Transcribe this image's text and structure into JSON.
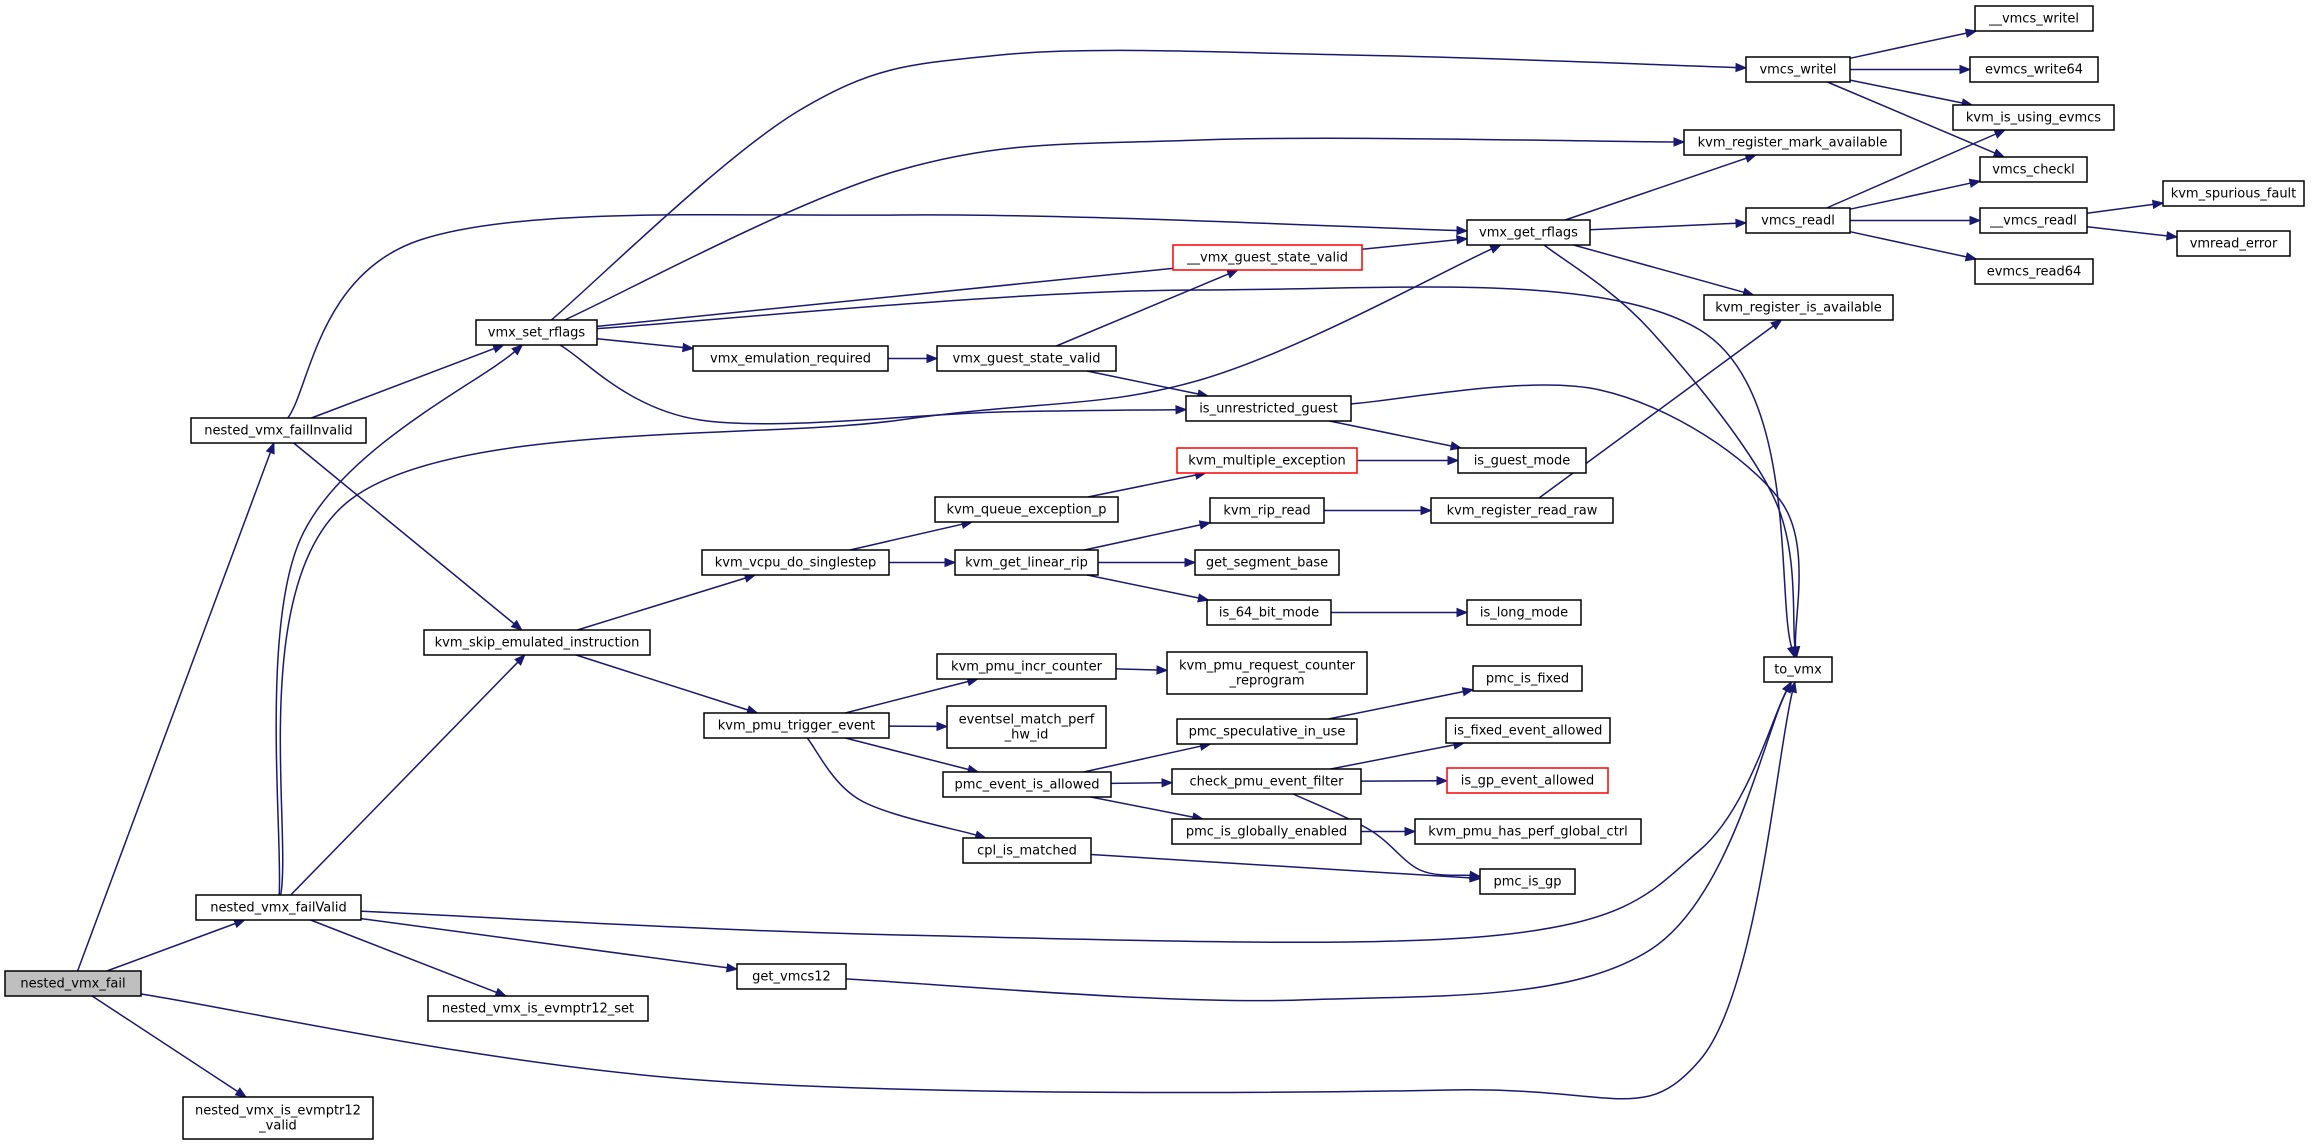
{
  "graph": {
    "colors": {
      "edge": "#191970",
      "node_border": "#000000",
      "incomplete_border": "#ff0000",
      "root_fill": "#bfbfbf"
    },
    "nodes": [
      {
        "id": "nested_vmx_fail",
        "lines": [
          "nested_vmx_fail"
        ],
        "style": "root"
      },
      {
        "id": "nested_vmx_failInvalid",
        "lines": [
          "nested_vmx_failInvalid"
        ]
      },
      {
        "id": "nested_vmx_failValid",
        "lines": [
          "nested_vmx_failValid"
        ]
      },
      {
        "id": "nested_vmx_is_evmptr12_valid",
        "lines": [
          "nested_vmx_is_evmptr12",
          "_valid"
        ]
      },
      {
        "id": "to_vmx",
        "lines": [
          "to_vmx"
        ]
      },
      {
        "id": "vmx_set_rflags",
        "lines": [
          "vmx_set_rflags"
        ]
      },
      {
        "id": "kvm_skip_emulated_instruction",
        "lines": [
          "kvm_skip_emulated_instruction"
        ]
      },
      {
        "id": "vmx_get_rflags",
        "lines": [
          "vmx_get_rflags"
        ]
      },
      {
        "id": "get_vmcs12",
        "lines": [
          "get_vmcs12"
        ]
      },
      {
        "id": "nested_vmx_is_evmptr12_set",
        "lines": [
          "nested_vmx_is_evmptr12_set"
        ]
      },
      {
        "id": "kvm_register_mark_available",
        "lines": [
          "kvm_register_mark_available"
        ]
      },
      {
        "id": "vmcs_writel",
        "lines": [
          "vmcs_writel"
        ]
      },
      {
        "id": "vmx_emulation_required",
        "lines": [
          "vmx_emulation_required"
        ]
      },
      {
        "id": "is_unrestricted_guest",
        "lines": [
          "is_unrestricted_guest"
        ]
      },
      {
        "id": "vmx_guest_state_valid",
        "lines": [
          "vmx_guest_state_valid"
        ]
      },
      {
        "id": "__vmx_guest_state_valid",
        "lines": [
          "__vmx_guest_state_valid"
        ],
        "style": "red"
      },
      {
        "id": "kvm_vcpu_do_singlestep",
        "lines": [
          "kvm_vcpu_do_singlestep"
        ]
      },
      {
        "id": "kvm_queue_exception_p",
        "lines": [
          "kvm_queue_exception_p"
        ]
      },
      {
        "id": "kvm_get_linear_rip",
        "lines": [
          "kvm_get_linear_rip"
        ]
      },
      {
        "id": "kvm_multiple_exception",
        "lines": [
          "kvm_multiple_exception"
        ],
        "style": "red"
      },
      {
        "id": "kvm_rip_read",
        "lines": [
          "kvm_rip_read"
        ]
      },
      {
        "id": "get_segment_base",
        "lines": [
          "get_segment_base"
        ]
      },
      {
        "id": "is_64_bit_mode",
        "lines": [
          "is_64_bit_mode"
        ]
      },
      {
        "id": "is_guest_mode",
        "lines": [
          "is_guest_mode"
        ]
      },
      {
        "id": "kvm_register_read_raw",
        "lines": [
          "kvm_register_read_raw"
        ]
      },
      {
        "id": "is_long_mode",
        "lines": [
          "is_long_mode"
        ]
      },
      {
        "id": "kvm_pmu_trigger_event",
        "lines": [
          "kvm_pmu_trigger_event"
        ]
      },
      {
        "id": "kvm_pmu_incr_counter",
        "lines": [
          "kvm_pmu_incr_counter"
        ]
      },
      {
        "id": "eventsel_match_perf_hw_id",
        "lines": [
          "eventsel_match_perf",
          "_hw_id"
        ]
      },
      {
        "id": "pmc_event_is_allowed",
        "lines": [
          "pmc_event_is_allowed"
        ]
      },
      {
        "id": "cpl_is_matched",
        "lines": [
          "cpl_is_matched"
        ]
      },
      {
        "id": "kvm_pmu_request_counter_reprogram",
        "lines": [
          "kvm_pmu_request_counter",
          "_reprogram"
        ]
      },
      {
        "id": "pmc_speculative_in_use",
        "lines": [
          "pmc_speculative_in_use"
        ]
      },
      {
        "id": "check_pmu_event_filter",
        "lines": [
          "check_pmu_event_filter"
        ]
      },
      {
        "id": "pmc_is_globally_enabled",
        "lines": [
          "pmc_is_globally_enabled"
        ]
      },
      {
        "id": "pmc_is_fixed",
        "lines": [
          "pmc_is_fixed"
        ]
      },
      {
        "id": "is_fixed_event_allowed",
        "lines": [
          "is_fixed_event_allowed"
        ]
      },
      {
        "id": "is_gp_event_allowed",
        "lines": [
          "is_gp_event_allowed"
        ],
        "style": "red"
      },
      {
        "id": "pmc_is_gp",
        "lines": [
          "pmc_is_gp"
        ]
      },
      {
        "id": "kvm_pmu_has_perf_global_ctrl",
        "lines": [
          "kvm_pmu_has_perf_global_ctrl"
        ]
      },
      {
        "id": "vmcs_readl",
        "lines": [
          "vmcs_readl"
        ]
      },
      {
        "id": "kvm_register_is_available",
        "lines": [
          "kvm_register_is_available"
        ]
      },
      {
        "id": "__vmcs_writel",
        "lines": [
          "__vmcs_writel"
        ]
      },
      {
        "id": "evmcs_write64",
        "lines": [
          "evmcs_write64"
        ]
      },
      {
        "id": "kvm_is_using_evmcs",
        "lines": [
          "kvm_is_using_evmcs"
        ]
      },
      {
        "id": "vmcs_checkl",
        "lines": [
          "vmcs_checkl"
        ]
      },
      {
        "id": "__vmcs_readl",
        "lines": [
          "__vmcs_readl"
        ]
      },
      {
        "id": "evmcs_read64",
        "lines": [
          "evmcs_read64"
        ]
      },
      {
        "id": "kvm_spurious_fault",
        "lines": [
          "kvm_spurious_fault"
        ]
      },
      {
        "id": "vmread_error",
        "lines": [
          "vmread_error"
        ]
      }
    ],
    "edges": [
      [
        "nested_vmx_fail",
        "nested_vmx_failInvalid"
      ],
      [
        "nested_vmx_fail",
        "nested_vmx_failValid"
      ],
      [
        "nested_vmx_fail",
        "nested_vmx_is_evmptr12_valid"
      ],
      [
        "nested_vmx_fail",
        "to_vmx"
      ],
      [
        "nested_vmx_failInvalid",
        "vmx_set_rflags"
      ],
      [
        "nested_vmx_failInvalid",
        "kvm_skip_emulated_instruction"
      ],
      [
        "nested_vmx_failInvalid",
        "vmx_get_rflags"
      ],
      [
        "nested_vmx_failValid",
        "vmx_set_rflags"
      ],
      [
        "nested_vmx_failValid",
        "kvm_skip_emulated_instruction"
      ],
      [
        "nested_vmx_failValid",
        "vmx_get_rflags"
      ],
      [
        "nested_vmx_failValid",
        "get_vmcs12"
      ],
      [
        "nested_vmx_failValid",
        "nested_vmx_is_evmptr12_set"
      ],
      [
        "nested_vmx_failValid",
        "to_vmx"
      ],
      [
        "vmx_set_rflags",
        "vmcs_writel"
      ],
      [
        "vmx_set_rflags",
        "kvm_register_mark_available"
      ],
      [
        "vmx_set_rflags",
        "vmx_get_rflags"
      ],
      [
        "vmx_set_rflags",
        "to_vmx"
      ],
      [
        "vmx_set_rflags",
        "vmx_emulation_required"
      ],
      [
        "vmx_set_rflags",
        "is_unrestricted_guest"
      ],
      [
        "vmx_emulation_required",
        "vmx_guest_state_valid"
      ],
      [
        "vmx_guest_state_valid",
        "__vmx_guest_state_valid"
      ],
      [
        "vmx_guest_state_valid",
        "is_unrestricted_guest"
      ],
      [
        "is_unrestricted_guest",
        "is_guest_mode"
      ],
      [
        "is_unrestricted_guest",
        "to_vmx"
      ],
      [
        "kvm_skip_emulated_instruction",
        "kvm_vcpu_do_singlestep"
      ],
      [
        "kvm_skip_emulated_instruction",
        "kvm_pmu_trigger_event"
      ],
      [
        "kvm_vcpu_do_singlestep",
        "kvm_queue_exception_p"
      ],
      [
        "kvm_vcpu_do_singlestep",
        "kvm_get_linear_rip"
      ],
      [
        "kvm_queue_exception_p",
        "kvm_multiple_exception"
      ],
      [
        "kvm_multiple_exception",
        "is_guest_mode"
      ],
      [
        "kvm_get_linear_rip",
        "kvm_rip_read"
      ],
      [
        "kvm_get_linear_rip",
        "get_segment_base"
      ],
      [
        "kvm_get_linear_rip",
        "is_64_bit_mode"
      ],
      [
        "kvm_rip_read",
        "kvm_register_read_raw"
      ],
      [
        "kvm_register_read_raw",
        "kvm_register_is_available"
      ],
      [
        "is_64_bit_mode",
        "is_long_mode"
      ],
      [
        "kvm_pmu_trigger_event",
        "kvm_pmu_incr_counter"
      ],
      [
        "kvm_pmu_trigger_event",
        "eventsel_match_perf_hw_id"
      ],
      [
        "kvm_pmu_trigger_event",
        "pmc_event_is_allowed"
      ],
      [
        "kvm_pmu_trigger_event",
        "cpl_is_matched"
      ],
      [
        "kvm_pmu_incr_counter",
        "kvm_pmu_request_counter_reprogram"
      ],
      [
        "pmc_event_is_allowed",
        "pmc_speculative_in_use"
      ],
      [
        "pmc_event_is_allowed",
        "check_pmu_event_filter"
      ],
      [
        "pmc_event_is_allowed",
        "pmc_is_globally_enabled"
      ],
      [
        "pmc_speculative_in_use",
        "pmc_is_fixed"
      ],
      [
        "check_pmu_event_filter",
        "is_fixed_event_allowed"
      ],
      [
        "check_pmu_event_filter",
        "is_gp_event_allowed"
      ],
      [
        "check_pmu_event_filter",
        "pmc_is_gp"
      ],
      [
        "pmc_is_globally_enabled",
        "kvm_pmu_has_perf_global_ctrl"
      ],
      [
        "cpl_is_matched",
        "pmc_is_gp"
      ],
      [
        "get_vmcs12",
        "to_vmx"
      ],
      [
        "vmx_get_rflags",
        "kvm_register_mark_available"
      ],
      [
        "vmx_get_rflags",
        "vmcs_readl"
      ],
      [
        "vmx_get_rflags",
        "kvm_register_is_available"
      ],
      [
        "vmx_get_rflags",
        "to_vmx"
      ],
      [
        "vmcs_writel",
        "__vmcs_writel"
      ],
      [
        "vmcs_writel",
        "evmcs_write64"
      ],
      [
        "vmcs_writel",
        "kvm_is_using_evmcs"
      ],
      [
        "vmcs_writel",
        "vmcs_checkl"
      ],
      [
        "vmcs_readl",
        "kvm_is_using_evmcs"
      ],
      [
        "vmcs_readl",
        "vmcs_checkl"
      ],
      [
        "vmcs_readl",
        "__vmcs_readl"
      ],
      [
        "vmcs_readl",
        "evmcs_read64"
      ],
      [
        "__vmcs_readl",
        "kvm_spurious_fault"
      ],
      [
        "__vmcs_readl",
        "vmread_error"
      ]
    ]
  }
}
